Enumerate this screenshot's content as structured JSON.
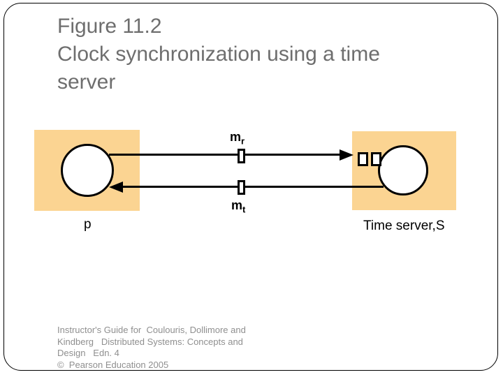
{
  "colors": {
    "slide_background": "#FFFFFF",
    "slide_border": "#000000",
    "title_text": "#6E6E6E",
    "footer_text": "#8F8F8F",
    "node_fill": "#FBD492",
    "diagram_line": "#000000"
  },
  "slide": {
    "title": {
      "lines": [
        "Figure 11.2",
        "Clock synchronization using a time",
        "server"
      ]
    },
    "footer": {
      "lines": [
        "Instructor's Guide for  Coulouris, Dollimore and",
        "Kindberg   Distributed Systems: Concepts and",
        "Design   Edn. 4",
        "©  Pearson Education 2005"
      ]
    }
  },
  "diagram": {
    "process_label": "p",
    "server_label": "Time server,S",
    "messages": {
      "mr": {
        "base": "m",
        "sub": "r"
      },
      "mt": {
        "base": "m",
        "sub": "t"
      }
    }
  }
}
